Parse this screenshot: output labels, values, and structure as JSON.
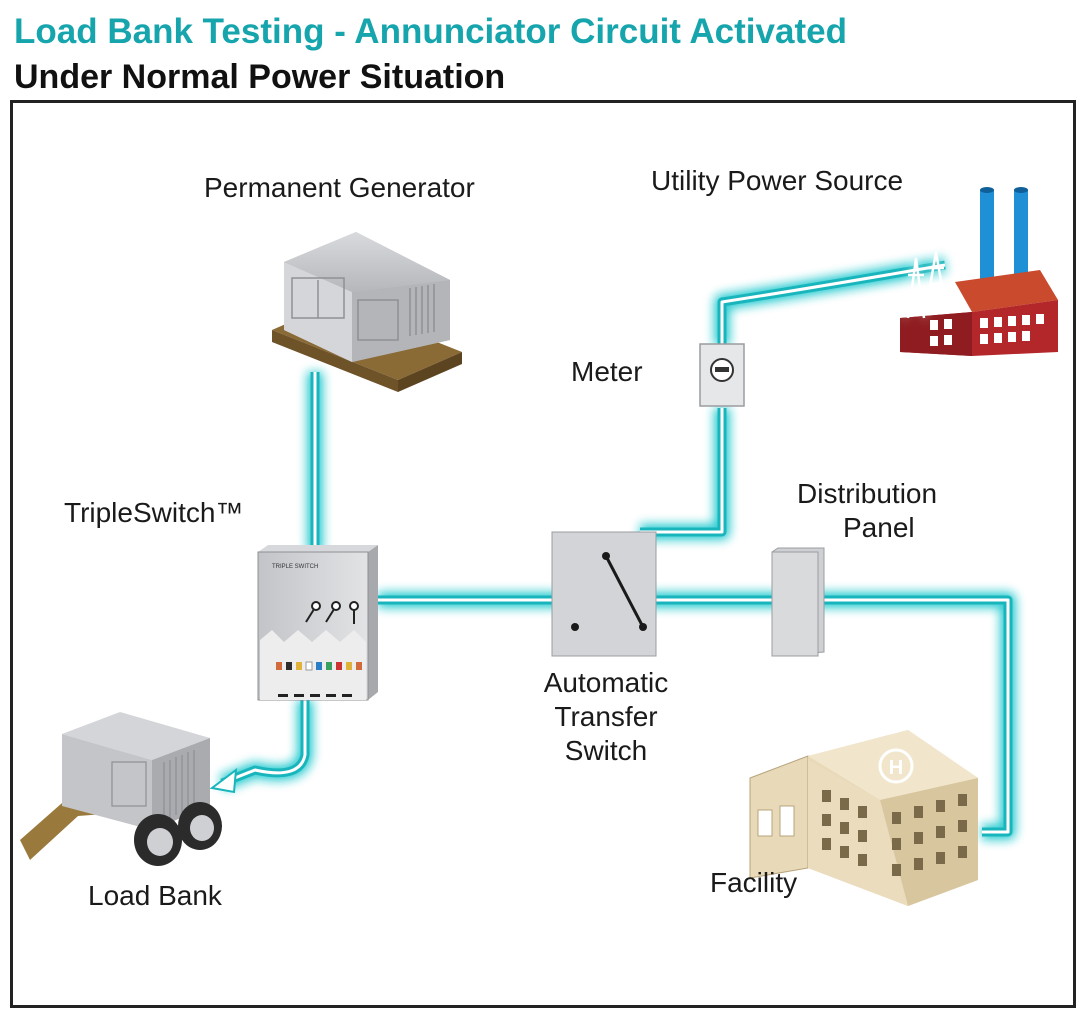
{
  "header": {
    "title": "Load Bank Testing - Annunciator Circuit Activated",
    "subtitle": "Under Normal Power Situation"
  },
  "labels": {
    "generator": "Permanent Generator",
    "utility": "Utility Power Source",
    "meter": "Meter",
    "tripleswitch": "TripleSwitch™",
    "distribution_line1": "Distribution",
    "distribution_line2": "Panel",
    "ats_line1": "Automatic",
    "ats_line2": "Transfer",
    "ats_line3": "Switch",
    "facility": "Facility",
    "loadbank": "Load Bank",
    "tripleswitch_panel_text": "TRIPLE SWITCH",
    "facility_sign": "H"
  },
  "colors": {
    "title": "#16a5ad",
    "power_line_glow": "#14c6cc",
    "power_line_core": "#ffffff",
    "equipment_gray": "#c8c9cc",
    "pallet": "#8a6a35",
    "factory_red": "#b3262a",
    "building_tan": "#e8d9b8"
  }
}
